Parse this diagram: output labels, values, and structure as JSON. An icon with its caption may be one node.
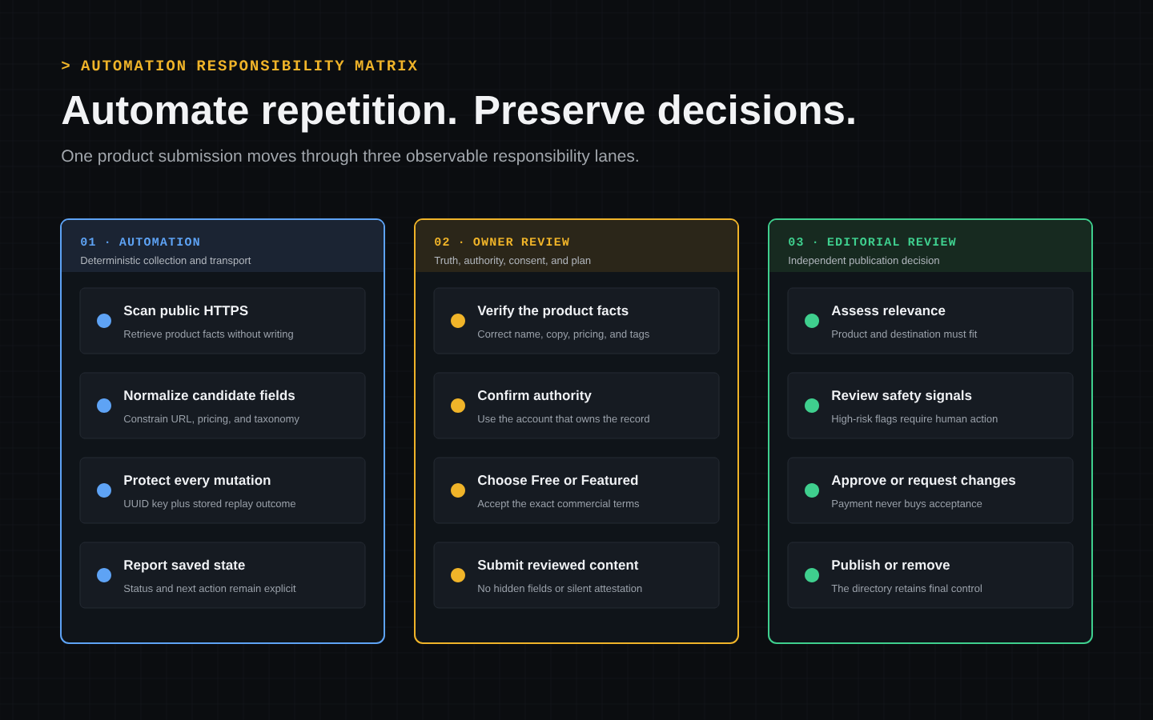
{
  "diagram": {
    "title": "Automate repetition. Preserve decisions.",
    "nodes": [
      {
        "text": [
          "01 · AUTOMATION",
          "Deterministic collection and transport"
        ]
      },
      {
        "text": [
          "Scan public HTTPS",
          "Retrieve product facts without writing"
        ],
        "in": 0
      },
      {
        "text": [
          "Normalize candidate fields",
          "Constrain URL, pricing, and taxonomy"
        ],
        "in": 0
      },
      {
        "text": [
          "Protect every mutation",
          "UUID key plus stored replay outcome"
        ],
        "in": 0
      },
      {
        "text": [
          "Report saved state",
          "Status and next action remain explicit"
        ],
        "in": 0
      },
      {
        "text": [
          "02 · OWNER REVIEW",
          "Truth, authority, consent, and plan"
        ]
      },
      {
        "text": [
          "Verify the product facts",
          "Correct name, copy, pricing, and tags"
        ],
        "in": 5
      },
      {
        "text": [
          "Confirm authority",
          "Use the account that owns the record"
        ],
        "in": 5
      },
      {
        "text": [
          "Choose Free or Featured",
          "Accept the exact commercial terms"
        ],
        "in": 5
      },
      {
        "text": [
          "Submit reviewed content",
          "No hidden fields or silent attestation"
        ],
        "in": 5
      },
      {
        "text": [
          "03 · EDITORIAL REVIEW",
          "Independent publication decision"
        ]
      },
      {
        "text": [
          "Assess relevance",
          "Product and destination must fit"
        ],
        "in": 10
      },
      {
        "text": [
          "Review safety signals",
          "High-risk flags require human action"
        ],
        "in": 10
      },
      {
        "text": [
          "Approve or request changes",
          "Payment never buys acceptance"
        ],
        "in": 10
      },
      {
        "text": [
          "Publish or remove",
          "The directory retains final control"
        ],
        "in": 10
      }
    ],
    "labels": [
      "> AUTOMATION RESPONSIBILITY MATRIX",
      "One product submission moves through three observable responsibility lanes."
    ]
  }
}
